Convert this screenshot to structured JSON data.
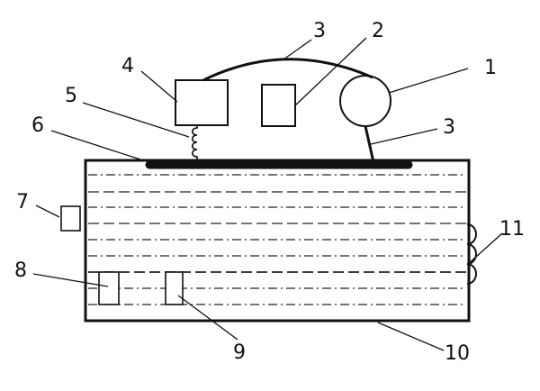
{
  "diagram": {
    "colors": {
      "stroke": "#111111",
      "background": "#ffffff"
    },
    "labels": {
      "l1": "1",
      "l2": "2",
      "l3a": "3",
      "l3b": "3",
      "l4": "4",
      "l5": "5",
      "l6": "6",
      "l7": "7",
      "l8": "8",
      "l9": "9",
      "l10": "10",
      "l11": "11"
    }
  }
}
